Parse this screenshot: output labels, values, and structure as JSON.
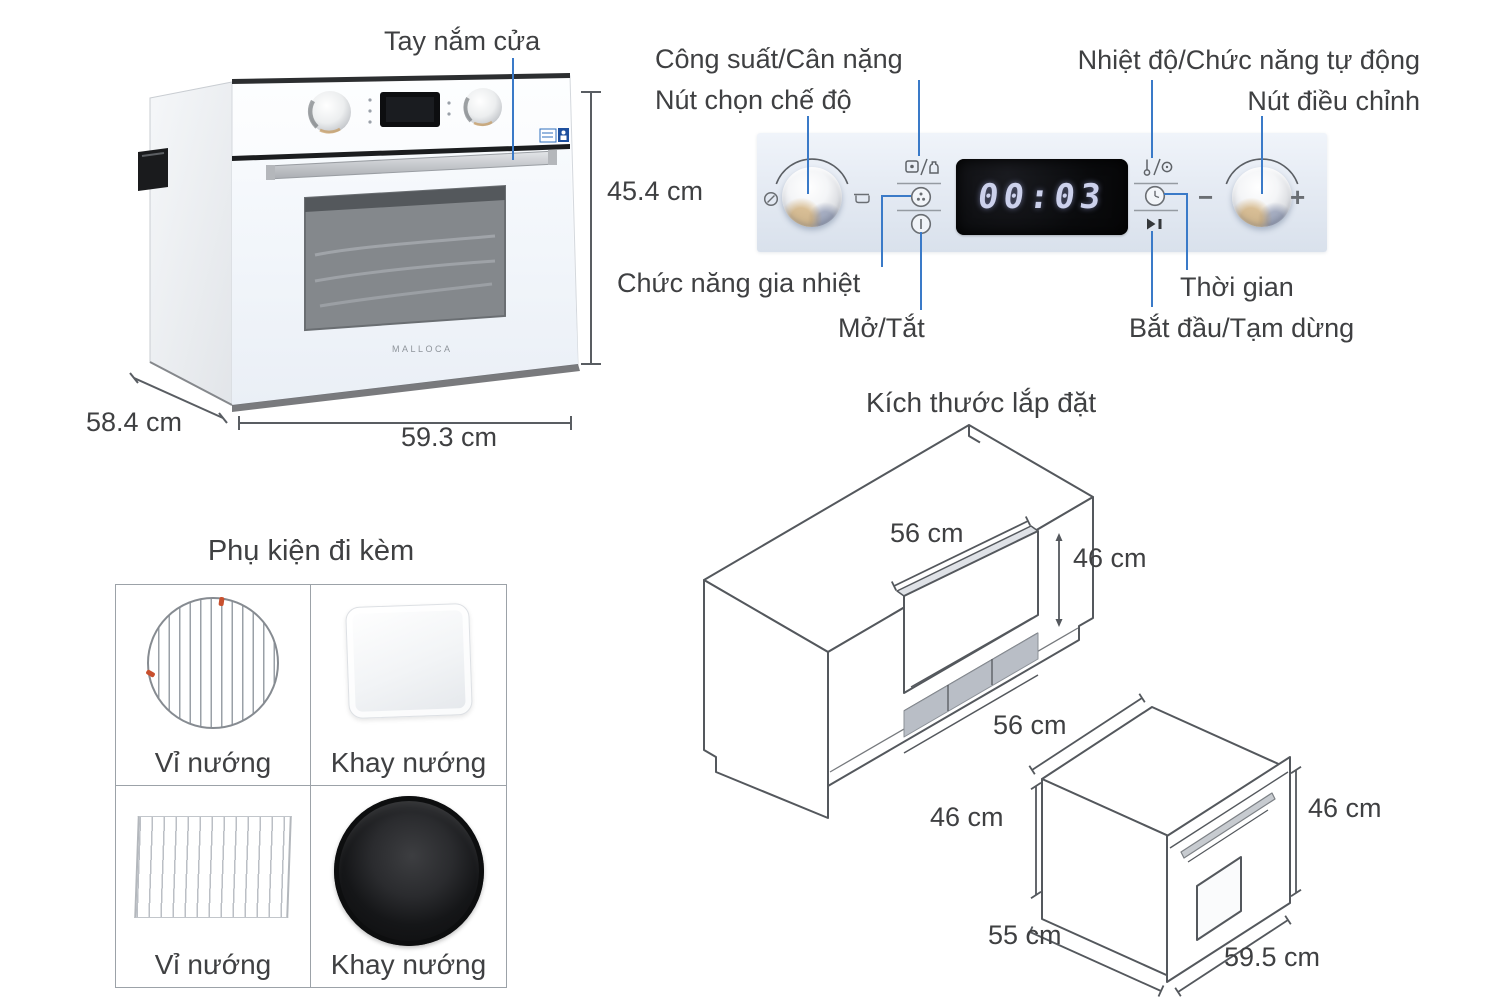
{
  "colors": {
    "leader_line": "#3a7ac8",
    "drawing_line": "#54585d",
    "text": "#3f4042",
    "panel_background": "#e7edf5",
    "display_digits": "#ccd1ec",
    "cabinet_strip_gray": "#b9bec6"
  },
  "photo": {
    "handle_label": "Tay nắm cửa",
    "brand": "MALLOCA",
    "height_dim": "45.4 cm",
    "depth_dim": "58.4 cm",
    "width_dim": "59.3 cm"
  },
  "panel": {
    "display_time": "00:03",
    "minus": "−",
    "plus": "+",
    "labels": {
      "power_weight": "Công suất/Cân nặng",
      "mode_select": "Nút chọn chế độ",
      "temp_auto": "Nhiệt độ/Chức năng tự động",
      "adjust": "Nút điều chỉnh",
      "heat_function": "Chức năng gia nhiệt",
      "on_off": "Mở/Tắt",
      "time": "Thời gian",
      "start_pause": "Bắt đầu/Tạm dừng"
    }
  },
  "installation": {
    "title": "Kích thước lắp đặt",
    "cabinet_width": "56 cm",
    "cabinet_height": "46 cm",
    "oven_top_width": "56 cm",
    "oven_left_height": "46 cm",
    "oven_right_height": "46 cm",
    "oven_depth": "55 cm",
    "oven_width": "59.5 cm"
  },
  "accessories": {
    "title": "Phụ kiện đi kèm",
    "items": [
      {
        "label": "Vỉ nướng"
      },
      {
        "label": "Khay nướng"
      },
      {
        "label": "Vỉ nướng"
      },
      {
        "label": "Khay nướng"
      }
    ]
  }
}
